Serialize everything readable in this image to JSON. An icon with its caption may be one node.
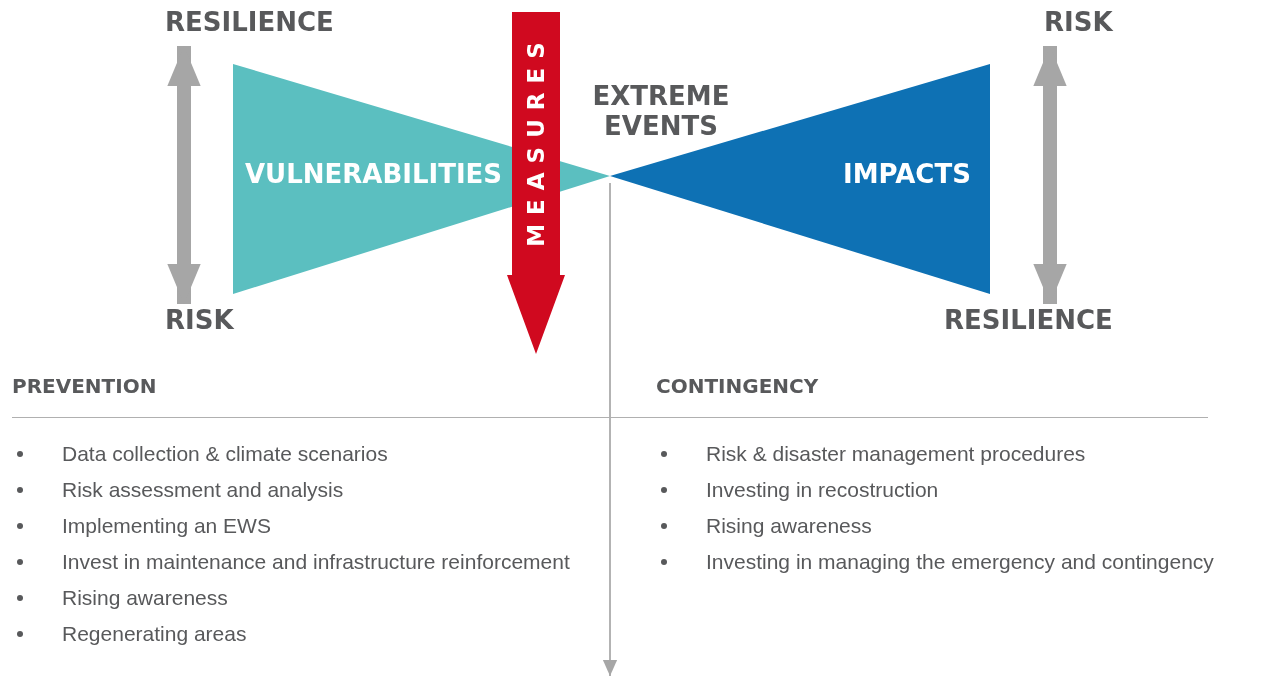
{
  "diagram": {
    "nodes": [
      {
        "text": [
          "VULNERABILITIES"
        ]
      },
      {
        "text": [
          "IMPACTS"
        ]
      },
      {
        "text": [
          "EXTREME EVENTS"
        ]
      },
      {
        "text": [
          "MEASURES"
        ]
      },
      {
        "text": [
          "RESILIENCE"
        ]
      },
      {
        "text": [
          "RISK"
        ]
      },
      {
        "text": [
          "RISK"
        ]
      },
      {
        "text": [
          "RESILIENCE"
        ]
      }
    ],
    "edges": [
      {
        "from": 4,
        "to": 5,
        "arrow": "both"
      },
      {
        "from": 6,
        "to": 7,
        "arrow": "both"
      }
    ],
    "labels": [
      "PREVENTION",
      "Data collection & climate scenarios",
      "Risk assessment and analysis",
      "Implementing an EWS",
      "Invest in maintenance and infrastructure reinforcement",
      "Rising awareness",
      "Regenerating areas",
      "CONTINGENCY",
      "Risk & disaster management procedures",
      "Investing in recostruction",
      "Rising awareness",
      "Investing in managing the emergency and contingency"
    ]
  }
}
